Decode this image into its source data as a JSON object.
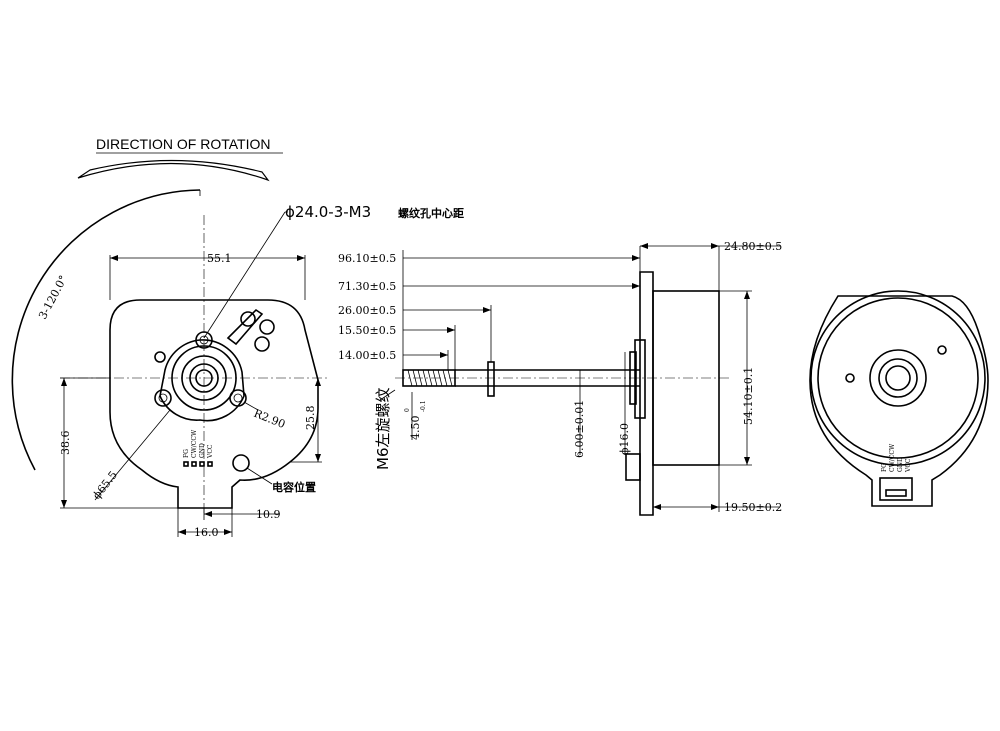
{
  "title": "DIRECTION OF ROTATION",
  "front_view": {
    "hole_pattern": "ϕ24.0-3-M3",
    "hole_pattern_note": "螺纹孔中心距",
    "width": "55.1",
    "angle": "3-120.0°",
    "height_left": "38.6",
    "height_right": "25.8",
    "diameter": "ϕ65.5",
    "radius": "R2.90",
    "bottom_offset": "16.0",
    "bottom_width": "10.9",
    "capacitor_label": "电容位置",
    "pins": [
      "FG",
      "CW/CCW",
      "GND",
      "VCC"
    ]
  },
  "side_view": {
    "len_total": "96.10±0.5",
    "len_2": "71.30±0.5",
    "len_3": "26.00±0.5",
    "len_4": "15.50±0.5",
    "len_5": "14.00±0.5",
    "thread_len_main": "4.50",
    "thread_tol_upper": "0",
    "thread_tol_lower": "-0.1",
    "thread_label": "M6左旋螺纹",
    "shaft_dia": "6.00±0.01",
    "hub_dia": "ϕ16.0",
    "body_width": "24.80±0.5",
    "body_height": "54.10±0.1",
    "flange_offset": "19.50±0.2"
  },
  "back_view": {
    "pins": [
      "FG",
      "CW/CCW",
      "GND",
      "VCC"
    ]
  }
}
